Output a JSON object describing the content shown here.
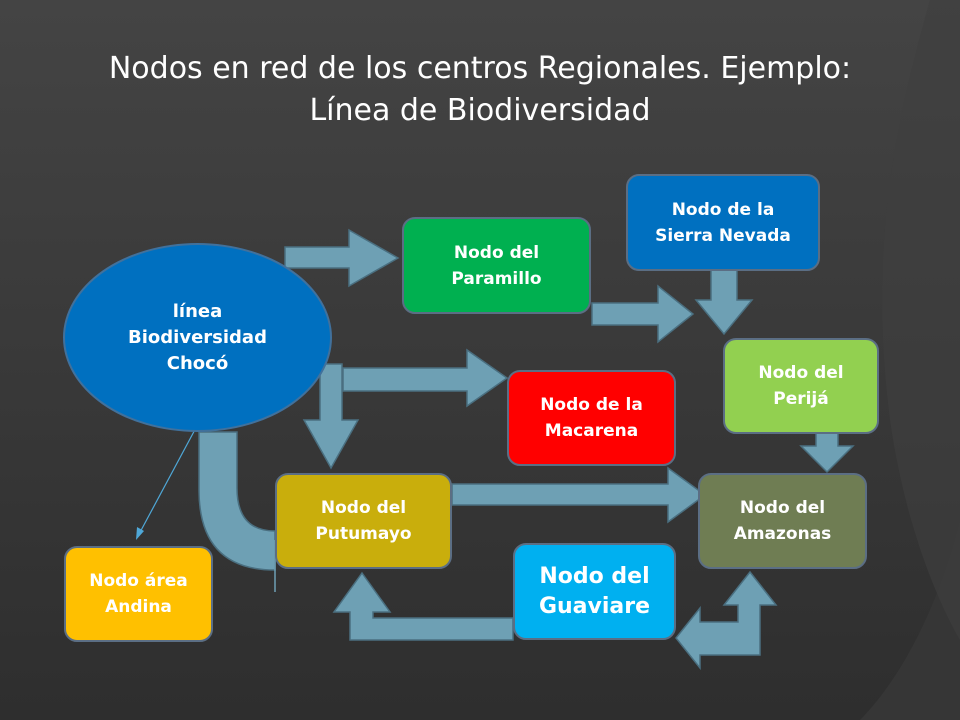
{
  "title": {
    "line1": "Nodos en red de los centros Regionales. Ejemplo:",
    "line2": "Línea de Biodiversidad"
  },
  "nodes": {
    "choco": "línea\nBiodiversidad\nChocó",
    "paramillo": "Nodo del\nParamillo",
    "sierra": "Nodo de la\nSierra Nevada",
    "perija": "Nodo del\nPerijá",
    "macarena": "Nodo de la\nMacarena",
    "putumayo": "Nodo del\nPutumayo",
    "amazonas": "Nodo del\nAmazonas",
    "guaviare": "Nodo del\nGuaviare",
    "andina": "Nodo área\nAndina"
  },
  "colors": {
    "background": "#3c3c3c",
    "arrow_fill": "#6ea0b4",
    "choco": "#0070c0",
    "paramillo": "#00b050",
    "sierra": "#0070c0",
    "perija": "#92d050",
    "macarena": "#ff0000",
    "putumayo": "#c9ae0c",
    "amazonas": "#6f7d53",
    "guaviare": "#00b0f0",
    "andina": "#ffc000"
  }
}
